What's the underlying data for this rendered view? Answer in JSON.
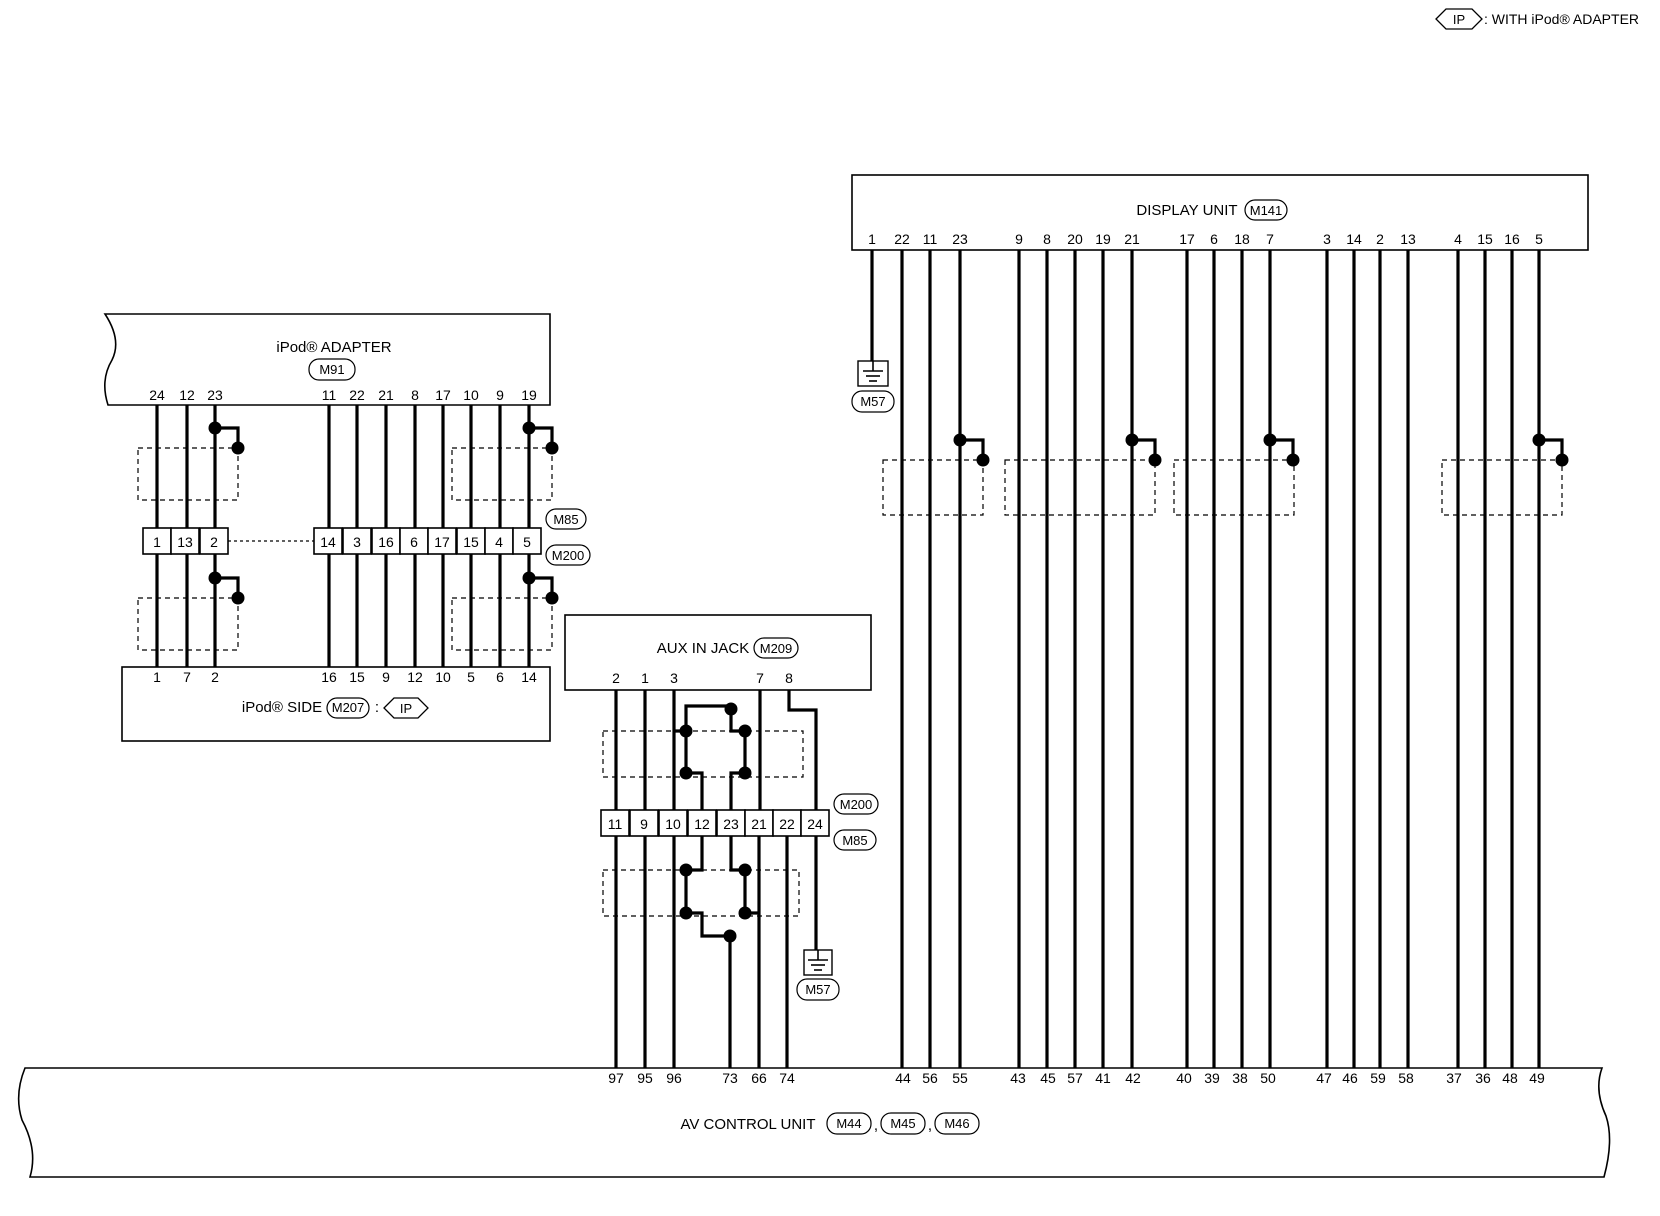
{
  "legend": {
    "symbol": "IP",
    "text": ": WITH iPod® ADAPTER"
  },
  "display_unit": {
    "title": "DISPLAY UNIT",
    "connector": "M141",
    "pins": [
      "1",
      "22",
      "11",
      "23",
      "9",
      "8",
      "20",
      "19",
      "21",
      "17",
      "6",
      "18",
      "7",
      "3",
      "14",
      "2",
      "13",
      "4",
      "15",
      "16",
      "5"
    ]
  },
  "ground_display": {
    "connector": "M57"
  },
  "ipod_adapter": {
    "title": "iPod® ADAPTER",
    "connector": "M91",
    "pins": [
      "24",
      "12",
      "23",
      "11",
      "22",
      "21",
      "8",
      "17",
      "10",
      "9",
      "19"
    ]
  },
  "joint_connector_left": {
    "connector_top": "M85",
    "connector_bottom": "M200",
    "left_cells": [
      "1",
      "13",
      "2"
    ],
    "right_cells": [
      "14",
      "3",
      "16",
      "6",
      "17",
      "15",
      "4",
      "5"
    ]
  },
  "ipod_side": {
    "title": "iPod® SIDE",
    "connector": "M207",
    "separator": ":",
    "symbol": "IP",
    "pins": [
      "1",
      "7",
      "2",
      "16",
      "15",
      "9",
      "12",
      "10",
      "5",
      "6",
      "14"
    ]
  },
  "aux_in_jack": {
    "title": "AUX IN JACK",
    "connector": "M209",
    "pins": [
      "2",
      "1",
      "3",
      "7",
      "8"
    ]
  },
  "joint_connector_aux": {
    "connector_top": "M200",
    "connector_bottom": "M85",
    "cells": [
      "11",
      "9",
      "10",
      "12",
      "23",
      "21",
      "22",
      "24"
    ]
  },
  "ground_aux": {
    "connector": "M57"
  },
  "av_control_unit": {
    "title": "AV CONTROL UNIT",
    "connectors": [
      "M44",
      "M45",
      "M46"
    ],
    "separator": ",",
    "pins": [
      "97",
      "95",
      "96",
      "73",
      "66",
      "74",
      "44",
      "56",
      "55",
      "43",
      "45",
      "57",
      "41",
      "42",
      "40",
      "39",
      "38",
      "50",
      "47",
      "46",
      "59",
      "58",
      "37",
      "36",
      "48",
      "49"
    ]
  }
}
